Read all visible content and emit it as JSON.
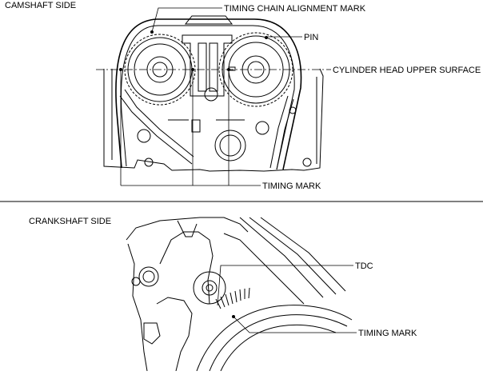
{
  "camshaft": {
    "title": "CAMSHAFT SIDE",
    "labels": {
      "alignment_mark": "TIMING CHAIN ALIGNMENT MARK",
      "pin": "PIN",
      "cylinder_head": "CYLINDER HEAD UPPER SURFACE",
      "timing_mark": "TIMING MARK"
    }
  },
  "crankshaft": {
    "title": "CRANKSHAFT SIDE",
    "labels": {
      "tdc": "TDC",
      "timing_mark": "TIMING MARK"
    }
  }
}
